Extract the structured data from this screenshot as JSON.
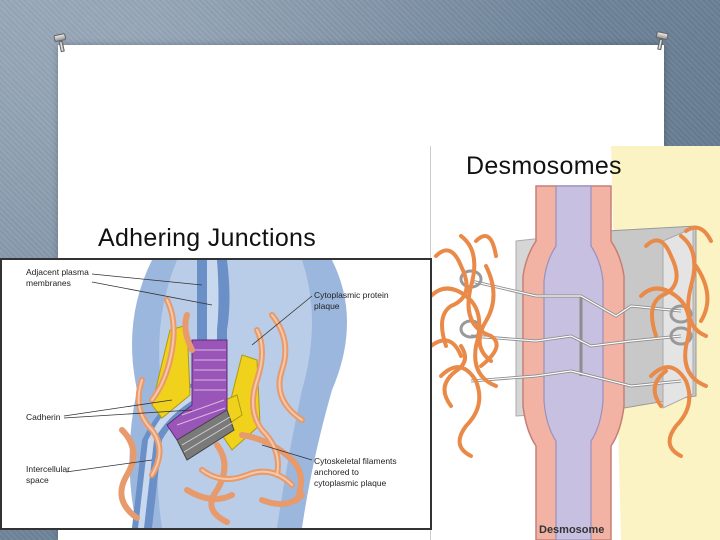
{
  "slide": {
    "title_left": "Adhering Junctions",
    "title_right": "Desmosomes"
  },
  "adhering_figure": {
    "labels": {
      "membranes": "Adjacent plasma\nmembranes",
      "plaque": "Cytoplasmic protein\nplaque",
      "cadherin": "Cadherin",
      "space": "Intercellular\nspace",
      "filaments": "Cytoskeletal filaments\nanchored to\ncytoplasmic plaque"
    }
  },
  "desmosome_figure": {
    "caption": "Desmosome"
  },
  "colors": {
    "background": "#7489a0",
    "membrane_blue": "#6b8fc7",
    "plaque_yellow": "#f0d21c",
    "cadherin_purple": "#9a55b8",
    "filament_orange": "#f0a878",
    "desmo_pink": "#f2b3a5",
    "desmo_lilac": "#c8c0e0",
    "desmo_filament": "#ea8a48",
    "desmo_cream": "#fbf3c4"
  }
}
